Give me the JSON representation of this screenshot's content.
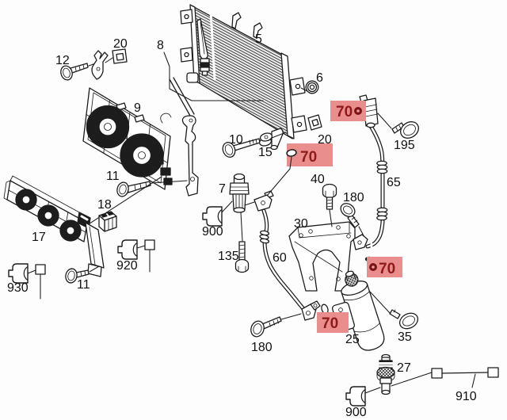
{
  "diagram": {
    "background": "#fdfdfd",
    "line_color": "#1c1c1c",
    "labels": {
      "bolt_12": "12",
      "clip_20_top": "20",
      "insert_8": "8",
      "condenser_5": "5",
      "grommet_6": "6",
      "fan_shroud_9": "9",
      "bolt_10": "10",
      "washer_15": "15",
      "clip_20_right": "20",
      "bolt_11_top": "11",
      "valve_7": "7",
      "bolt_195": "195",
      "hose_65": "65",
      "bolt_180_right": "180",
      "bolt_40": "40",
      "bracket_30": "30",
      "hose_60": "60",
      "bolt_135": "135",
      "connector_900_left": "900",
      "shroud_17": "17",
      "relay_18": "18",
      "connector_920": "920",
      "connector_930": "930",
      "bolt_11_bottom": "11",
      "drier_25": "25",
      "bolt_35": "35",
      "switch_27": "27",
      "wire_910": "910",
      "connector_900_bottom": "900",
      "bolt_180_bottom": "180"
    },
    "highlights": {
      "box_fill": "#e98d8d",
      "text_color": "#8e1a1a",
      "items": {
        "top_right": "70",
        "condenser_outlet": "70",
        "drier_inlet": "70",
        "drier_outlet": "70"
      }
    }
  }
}
